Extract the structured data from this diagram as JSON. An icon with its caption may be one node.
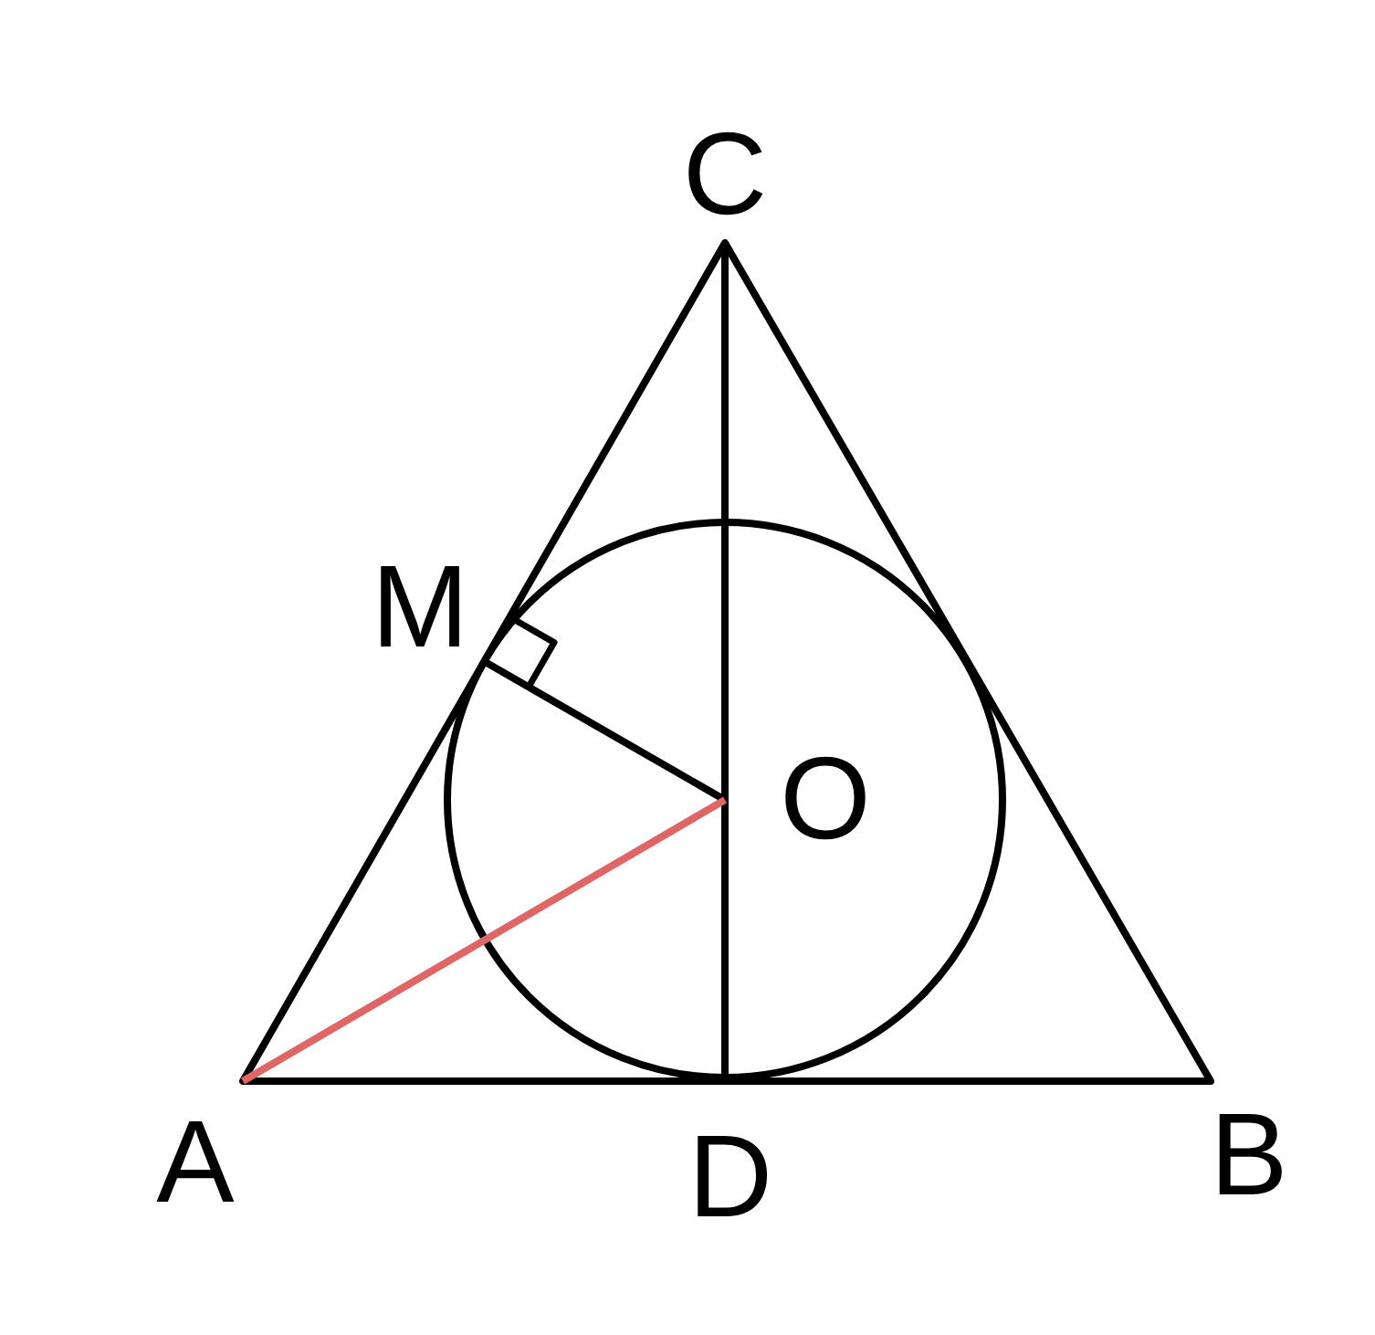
{
  "diagram": {
    "labels": [
      "C",
      "M",
      "O",
      "A",
      "D",
      "B"
    ]
  }
}
